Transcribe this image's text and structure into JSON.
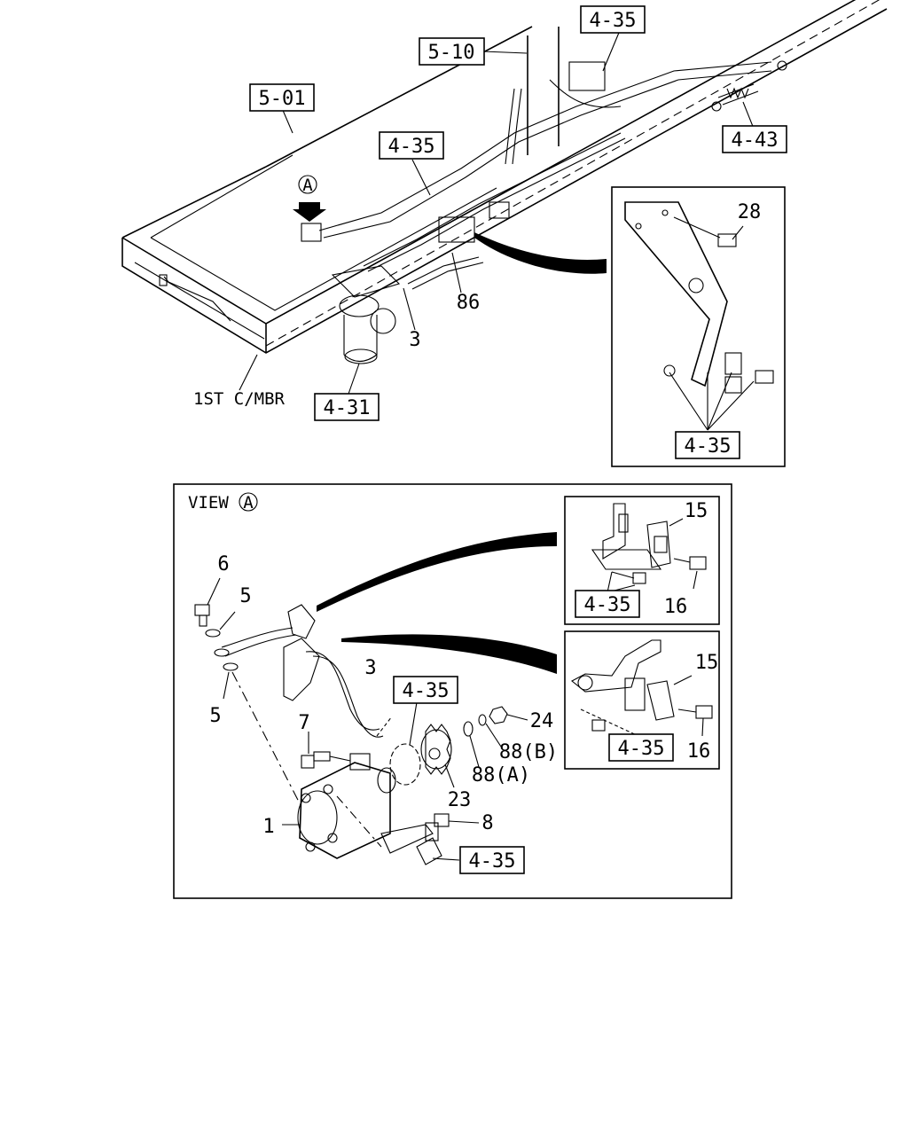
{
  "refs": {
    "r_4_35_top": "4-35",
    "r_5_10": "5-10",
    "r_5_01": "5-01",
    "r_4_35_mid": "4-35",
    "r_4_43": "4-43",
    "r_4_31": "4-31",
    "r_4_35_inset1": "4-35",
    "r_4_35_viewA": "4-35",
    "r_4_35_inset2": "4-35",
    "r_4_35_inset3": "4-35",
    "r_4_35_bottom": "4-35"
  },
  "labels": {
    "view_a_marker": "A",
    "crossmember": "1ST C/MBR",
    "view_title": "VIEW",
    "view_title_marker": "A"
  },
  "parts": {
    "p28": "28",
    "p86": "86",
    "p3_top": "3",
    "p15_a": "15",
    "p16_a": "16",
    "p15_b": "15",
    "p16_b": "16",
    "p6": "6",
    "p5_a": "5",
    "p5_b": "5",
    "p3_view": "3",
    "p7": "7",
    "p24": "24",
    "p88b": "88(B)",
    "p88a": "88(A)",
    "p23": "23",
    "p1": "1",
    "p8": "8"
  }
}
